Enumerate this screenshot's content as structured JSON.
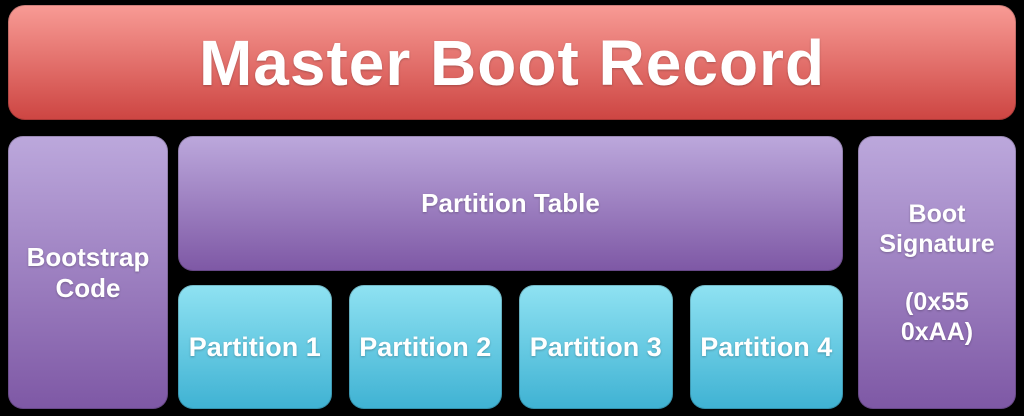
{
  "header": {
    "title": "Master Boot Record"
  },
  "blocks": {
    "bootstrap": {
      "label": "Bootstrap Code",
      "line1": "Bootstrap",
      "line2": "Code"
    },
    "partition_table": {
      "label": "Partition Table"
    },
    "partitions": [
      "Partition 1",
      "Partition 2",
      "Partition 3",
      "Partition 4"
    ],
    "boot_signature": {
      "label": "Boot Signature",
      "line1": "Boot",
      "line2": "Signature",
      "value_line1": "(0x55",
      "value_line2": "0xAA)"
    }
  },
  "colors": {
    "background": "#000000",
    "text": "#ffffff",
    "red_top": "#f89b95",
    "red_bottom": "#cd4542",
    "purple_top": "#bca8dc",
    "purple_bottom": "#7e58a5",
    "cyan_top": "#8fe2f2",
    "cyan_bottom": "#3fb2d3"
  }
}
